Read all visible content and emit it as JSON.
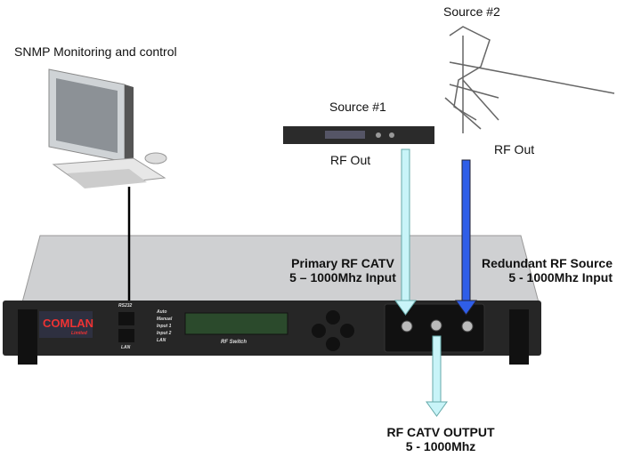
{
  "labels": {
    "snmp": "SNMP Monitoring and control",
    "source1": "Source #1",
    "source1_out": "RF Out",
    "source2": "Source #2",
    "source2_out": "RF Out",
    "primary_line1": "Primary RF CATV",
    "primary_line2": "5 – 1000Mhz Input",
    "redundant_line1": "Redundant  RF Source",
    "redundant_line2": "5 - 1000Mhz Input",
    "output_line1": "RF CATV OUTPUT",
    "output_line2": "5 - 1000Mhz"
  },
  "device": {
    "brand": "COMLAN",
    "brand_sub": "Limited",
    "port_top": "RS232",
    "port_bottom": "LAN",
    "leds": [
      "Auto",
      "Manual",
      "Input 1",
      "Input 2",
      "LAN"
    ],
    "display_caption": "RF Switch"
  },
  "colors": {
    "primary_arrow": "#c8f4f8",
    "redundant_arrow": "#2f5ee8",
    "panel": "#262626"
  }
}
